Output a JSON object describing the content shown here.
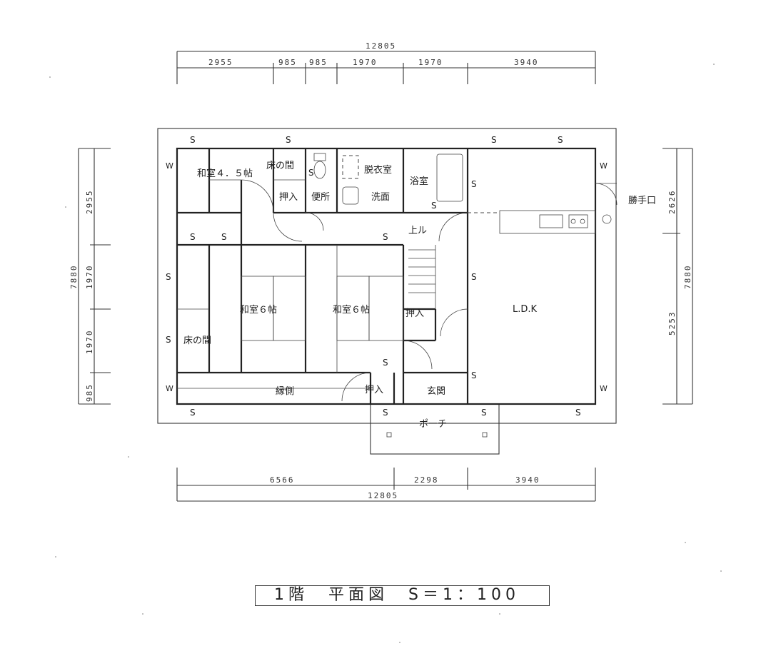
{
  "title": "1階　平面図　S＝1：100",
  "dimensions": {
    "top_total": "12805",
    "top_segments": [
      "2955",
      "985",
      "985",
      "1970",
      "1970",
      "3940"
    ],
    "bottom_segments": [
      "6566",
      "2298",
      "3940"
    ],
    "bottom_total": "12805",
    "left_total": "7880",
    "left_segments": [
      "2955",
      "1970",
      "1970",
      "985"
    ],
    "right_total": "7880",
    "right_segments": [
      "2626",
      "5253"
    ]
  },
  "rooms": {
    "washitsu45": "和室４．５帖",
    "tokonoma_top": "床の間",
    "oshiire_top": "押入",
    "toilet": "便所",
    "datsuijo": "脱衣室",
    "senmen": "洗面",
    "yokushitsu": "浴室",
    "katteguchi": "勝手口",
    "up": "上ル",
    "washitsu6a": "和室６帖",
    "washitsu6b": "和室６帖",
    "oshiire_mid": "押入",
    "tokonoma_left": "床の間",
    "ldk": "L.D.K",
    "engawa": "縁側",
    "oshiire_bottom": "押入",
    "genkan": "玄関",
    "porch": "ポーチ"
  },
  "marks": {
    "s": "S",
    "w": "W"
  }
}
